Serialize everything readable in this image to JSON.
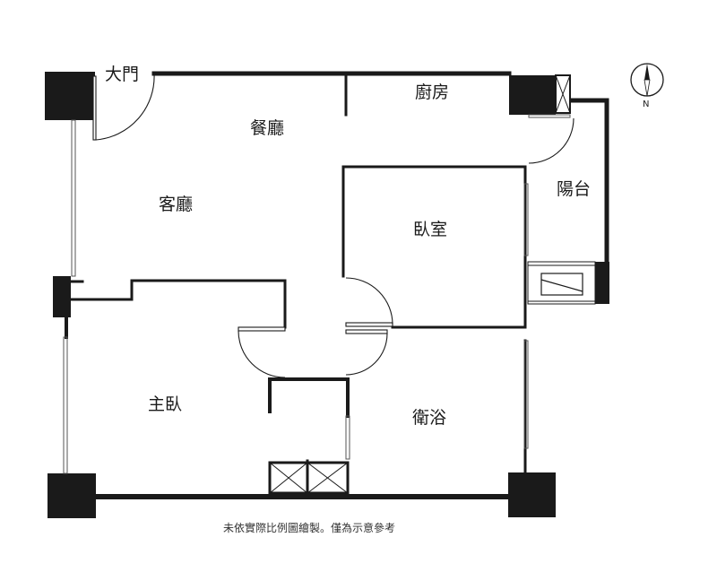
{
  "rooms": {
    "entrance": "大門",
    "dining": "餐廳",
    "kitchen": "廚房",
    "balcony": "陽台",
    "living": "客廳",
    "bedroom": "臥室",
    "master_bedroom": "主臥",
    "bathroom": "衛浴"
  },
  "compass": {
    "north_label": "N"
  },
  "footnote": "未依實際比例圖繪製。僅為示意參考",
  "colors": {
    "wall": "#1a1a1a",
    "window": "#555555",
    "background": "#ffffff"
  }
}
